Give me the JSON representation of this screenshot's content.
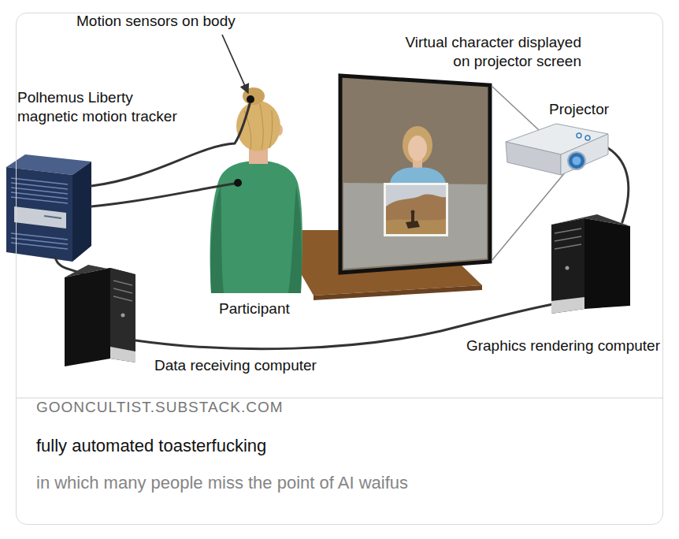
{
  "diagram": {
    "nodes": [
      {
        "text": [
          "GOONCULTIST.SUBSTACK.COM",
          "fully automated toasterfucking",
          "in which many people miss the point of AI waifus"
        ]
      }
    ],
    "labels": [
      "Motion sensors on body",
      "Polhemus Liberty magnetic motion tracker",
      "Virtual character displayed on projector screen",
      "Projector",
      "Participant",
      "Data receiving computer",
      "Graphics rendering computer"
    ]
  }
}
